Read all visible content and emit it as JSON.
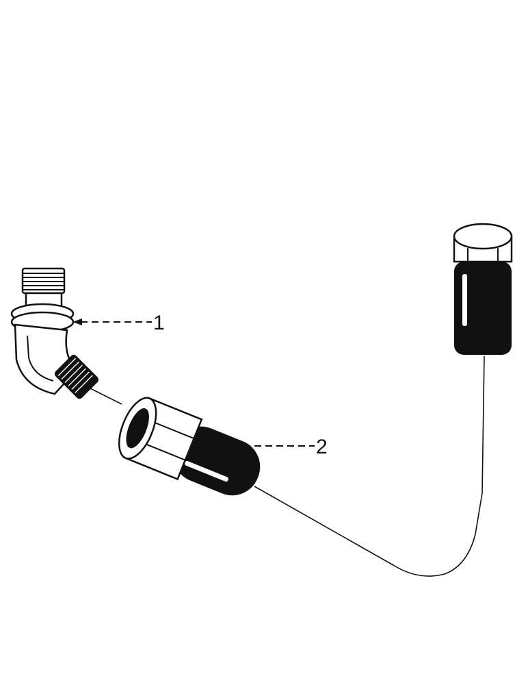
{
  "callouts": [
    {
      "label": "1",
      "part": "elbow-fitting"
    },
    {
      "label": "2",
      "part": "hose-assembly"
    }
  ],
  "colors": {
    "ink": "#111111",
    "paper": "#ffffff",
    "highlight": "#ffffff"
  }
}
